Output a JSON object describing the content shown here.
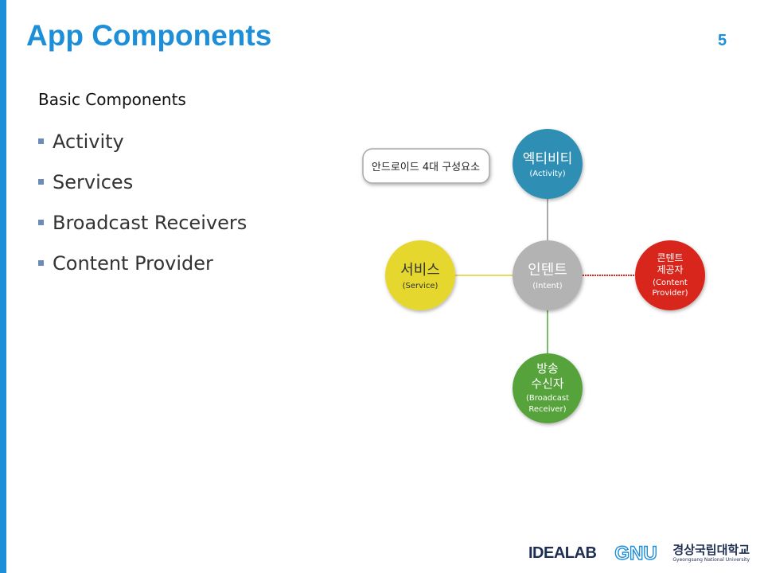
{
  "slide": {
    "title": "App Components",
    "page_number": "5",
    "subtitle": "Basic Components",
    "bullets": [
      "Activity",
      "Services",
      "Broadcast Receivers",
      "Content Provider"
    ]
  },
  "diagram": {
    "caption": "안드로이드 4대 구성요소",
    "nodes": {
      "activity": {
        "label_kr": "엑티비티",
        "label_en": "(Activity)",
        "color": "#2e8eb3"
      },
      "intent": {
        "label_kr": "인텐트",
        "label_en": "(Intent)",
        "color": "#b3b3b3"
      },
      "service": {
        "label_kr": "서비스",
        "label_en": "(Service)",
        "color": "#e5d72e"
      },
      "content_provider": {
        "label_kr_1": "콘텐트",
        "label_kr_2": "제공자",
        "label_en_1": "(Content",
        "label_en_2": "Provider)",
        "color": "#d9271c"
      },
      "broadcast_receiver": {
        "label_kr_1": "방송",
        "label_kr_2": "수신자",
        "label_en_1": "(Broadcast",
        "label_en_2": "Receiver)",
        "color": "#56a33a"
      }
    }
  },
  "footer": {
    "lab": "IDEALAB",
    "logo_text": "GNU",
    "university_kr": "경상국립대학교",
    "university_en": "Gyeongsang National University"
  },
  "colors": {
    "accent": "#1d8fd8",
    "bullet": "#6b8cb8",
    "logo": "#1e2e52"
  }
}
